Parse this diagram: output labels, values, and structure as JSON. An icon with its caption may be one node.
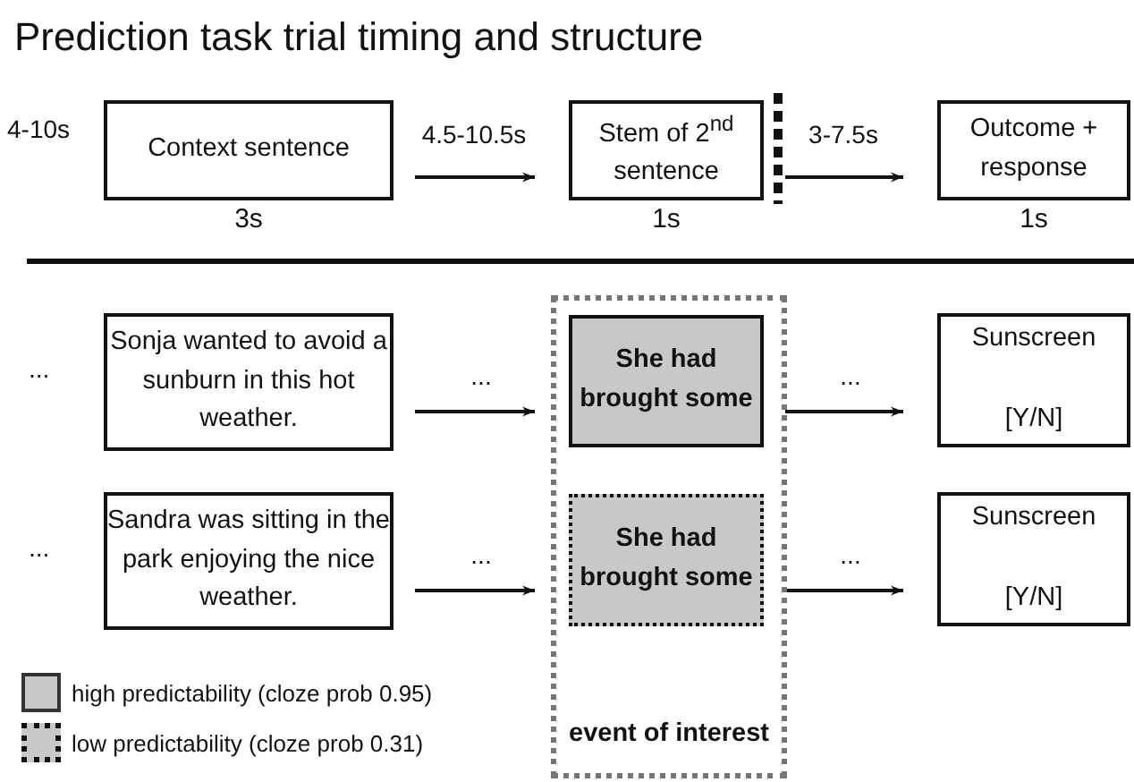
{
  "diagram": {
    "title": "Prediction task trial timing and structure",
    "nodes": [
      {
        "text": [
          "Context sentence"
        ],
        "beside": [
          "3s"
        ]
      },
      {
        "text": [
          "Stem of 2$^{nd}$ sentence"
        ],
        "beside": [
          "1s"
        ]
      },
      {
        "text": [
          "Outcome + response"
        ],
        "beside": [
          "1s"
        ]
      },
      {
        "text": [
          "Sonja wanted to avoid a sunburn in this hot weather."
        ]
      },
      {
        "text": [
          "event of interest"
        ]
      },
      {
        "text": [
          "She had brought some"
        ],
        "in": 4
      },
      {
        "text": [
          "Sandra was sitting in the park enjoying the nice weather."
        ]
      },
      {
        "text": [
          "She had brought some"
        ],
        "in": 4
      },
      {
        "text": [
          "Sunscreen",
          "[Y/N]"
        ]
      },
      {
        "text": [
          "Sunscreen",
          "[Y/N]"
        ]
      }
    ],
    "edges": [
      {
        "from": 0,
        "to": 1,
        "arrow": "to",
        "label": "4.5-10.5s"
      },
      {
        "from": 1,
        "to": 2,
        "arrow": "to",
        "label": "3-7.5s"
      },
      {
        "from": 3,
        "to": 5,
        "arrow": "to",
        "label": "..."
      },
      {
        "from": 5,
        "to": 8,
        "arrow": "to",
        "label": "..."
      },
      {
        "from": 6,
        "to": 7,
        "arrow": "to",
        "label": "..."
      },
      {
        "from": 7,
        "to": 9,
        "arrow": "to",
        "label": "..."
      }
    ],
    "labels": [
      "4-10s",
      "...",
      "..."
    ],
    "legend": [
      {
        "text": "high predictability (cloze prob 0.95)",
        "color": "#c8c8c8"
      },
      {
        "text": "low predictability (cloze prob 0.31)",
        "color": "#c8c8c8"
      }
    ]
  }
}
